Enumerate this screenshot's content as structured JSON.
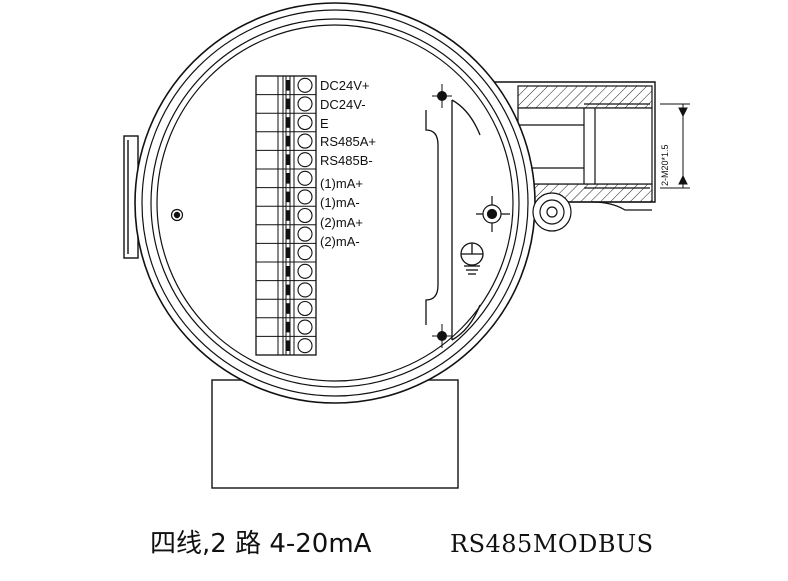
{
  "terminals": [
    "DC24V+",
    "DC24V-",
    "E",
    "RS485A+",
    "RS485B-",
    "(1)mA+",
    "(1)mA-",
    "(2)mA+",
    "(2)mA-"
  ],
  "terminal_positions": 15,
  "thread_label": "2-M20*1.5",
  "caption": {
    "left": "四线,2 路 4-20mA",
    "right": "RS485MODBUS"
  }
}
